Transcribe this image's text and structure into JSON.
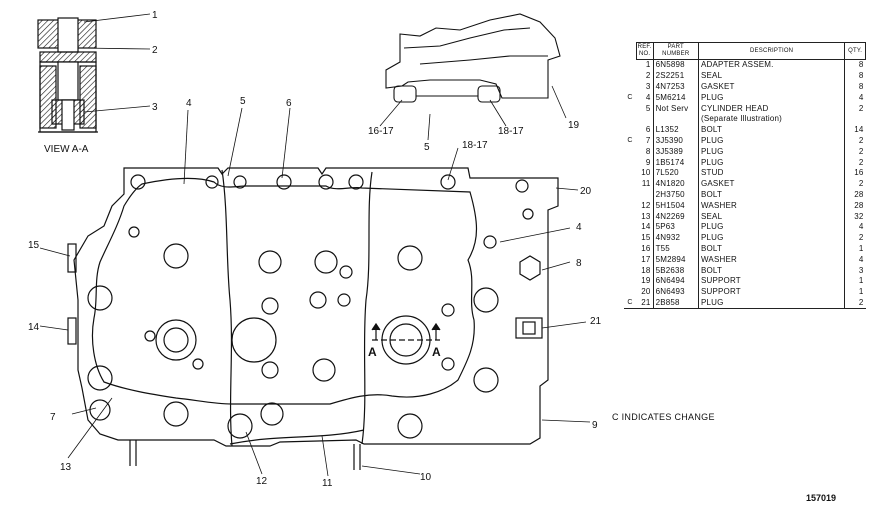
{
  "view_label": "VIEW A-A",
  "section_marks": [
    "A",
    "A"
  ],
  "callouts": [
    "1",
    "2",
    "3",
    "4",
    "5",
    "6",
    "7",
    "8",
    "9",
    "10",
    "11",
    "12",
    "13",
    "14",
    "15",
    "16-17",
    "18-17",
    "19",
    "5",
    "18-17",
    "20",
    "4",
    "21"
  ],
  "parts_table": {
    "headers": {
      "ref": "REF. NO.",
      "part": "PART NUMBER",
      "desc": "DESCRIPTION",
      "qty": "QTY."
    },
    "rows": [
      {
        "c": "",
        "ref": "1",
        "part": "6N5898",
        "desc": "ADAPTER ASSEM.",
        "qty": "8"
      },
      {
        "c": "",
        "ref": "2",
        "part": "2S2251",
        "desc": "SEAL",
        "qty": "8"
      },
      {
        "c": "",
        "ref": "3",
        "part": "4N7253",
        "desc": "GASKET",
        "qty": "8"
      },
      {
        "c": "C",
        "ref": "4",
        "part": "5M6214",
        "desc": "PLUG",
        "qty": "4"
      },
      {
        "c": "",
        "ref": "5",
        "part": "Not Serv",
        "desc": "CYLINDER HEAD",
        "qty": "2"
      },
      {
        "c": "",
        "ref": "",
        "part": "",
        "desc": "(Separate Illustration)",
        "qty": ""
      },
      {
        "c": "",
        "ref": "6",
        "part": "L1352",
        "desc": "BOLT",
        "qty": "14"
      },
      {
        "c": "C",
        "ref": "7",
        "part": "3J5390",
        "desc": "PLUG",
        "qty": "2"
      },
      {
        "c": "",
        "ref": "8",
        "part": "3J5389",
        "desc": "PLUG",
        "qty": "2"
      },
      {
        "c": "",
        "ref": "9",
        "part": "1B5174",
        "desc": "PLUG",
        "qty": "2"
      },
      {
        "c": "",
        "ref": "10",
        "part": "7L520",
        "desc": "STUD",
        "qty": "16"
      },
      {
        "c": "",
        "ref": "11",
        "part": "4N1820",
        "desc": "GASKET",
        "qty": "2"
      },
      {
        "c": "",
        "ref": "",
        "part": "2H3750",
        "desc": "BOLT",
        "qty": "28"
      },
      {
        "c": "",
        "ref": "12",
        "part": "5H1504",
        "desc": "WASHER",
        "qty": "28"
      },
      {
        "c": "",
        "ref": "13",
        "part": "4N2269",
        "desc": "SEAL",
        "qty": "32"
      },
      {
        "c": "",
        "ref": "14",
        "part": "5P63",
        "desc": "PLUG",
        "qty": "4"
      },
      {
        "c": "",
        "ref": "15",
        "part": "4N932",
        "desc": "PLUG",
        "qty": "2"
      },
      {
        "c": "",
        "ref": "16",
        "part": "T55",
        "desc": "BOLT",
        "qty": "1"
      },
      {
        "c": "",
        "ref": "17",
        "part": "5M2894",
        "desc": "WASHER",
        "qty": "4"
      },
      {
        "c": "",
        "ref": "18",
        "part": "5B2638",
        "desc": "BOLT",
        "qty": "3"
      },
      {
        "c": "",
        "ref": "19",
        "part": "6N6494",
        "desc": "SUPPORT",
        "qty": "1"
      },
      {
        "c": "",
        "ref": "20",
        "part": "6N6493",
        "desc": "SUPPORT",
        "qty": "1"
      },
      {
        "c": "C",
        "ref": "21",
        "part": "2B858",
        "desc": "PLUG",
        "qty": "2"
      }
    ]
  },
  "change_note": "C INDICATES CHANGE",
  "drawing_number": "157019"
}
